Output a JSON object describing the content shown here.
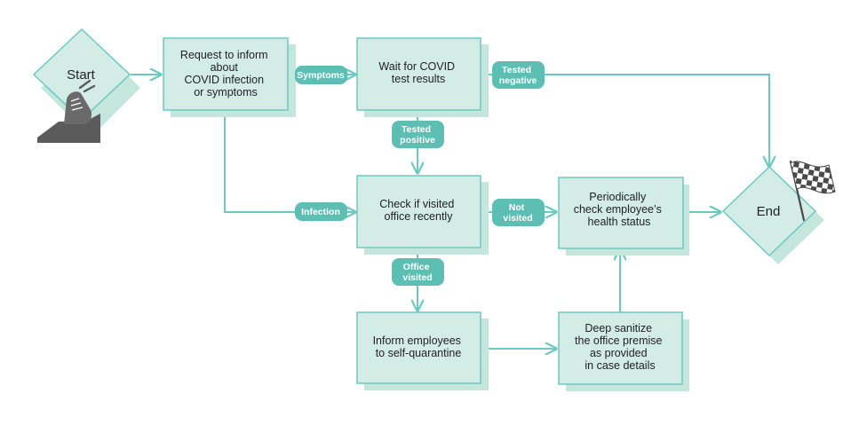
{
  "colors": {
    "box_fill": "#d3ece5",
    "box_stroke": "#6cc9c2",
    "box_shadow": "#c5e6dc",
    "connector": "#6cc9c2",
    "pill_fill": "#5dbfb3",
    "text": "#222222",
    "icon_gray": "#5b5b5b"
  },
  "terminals": {
    "start": "Start",
    "end": "End"
  },
  "steps": {
    "request": [
      "Request to inform",
      "about",
      "COVID infection",
      "or symptoms"
    ],
    "wait": [
      "Wait for COVID",
      "test results"
    ],
    "check": [
      "Check if visited",
      "office recently"
    ],
    "periodic": [
      "Periodically",
      "check employee’s",
      "health status"
    ],
    "inform": [
      "Inform employees",
      "to self-quarantine"
    ],
    "sanitize": [
      "Deep sanitize",
      "the office premise",
      "as provided",
      "in case details"
    ]
  },
  "labels": {
    "symptoms": [
      "Symptoms"
    ],
    "tested_negative": [
      "Tested",
      "negative"
    ],
    "tested_positive": [
      "Tested",
      "positive"
    ],
    "infection": [
      "Infection"
    ],
    "not_visited": [
      "Not",
      "visited"
    ],
    "office_visited": [
      "Office",
      "visited"
    ]
  },
  "icons": {
    "start": "running-shoe-icon",
    "end": "checkered-flag-icon"
  }
}
